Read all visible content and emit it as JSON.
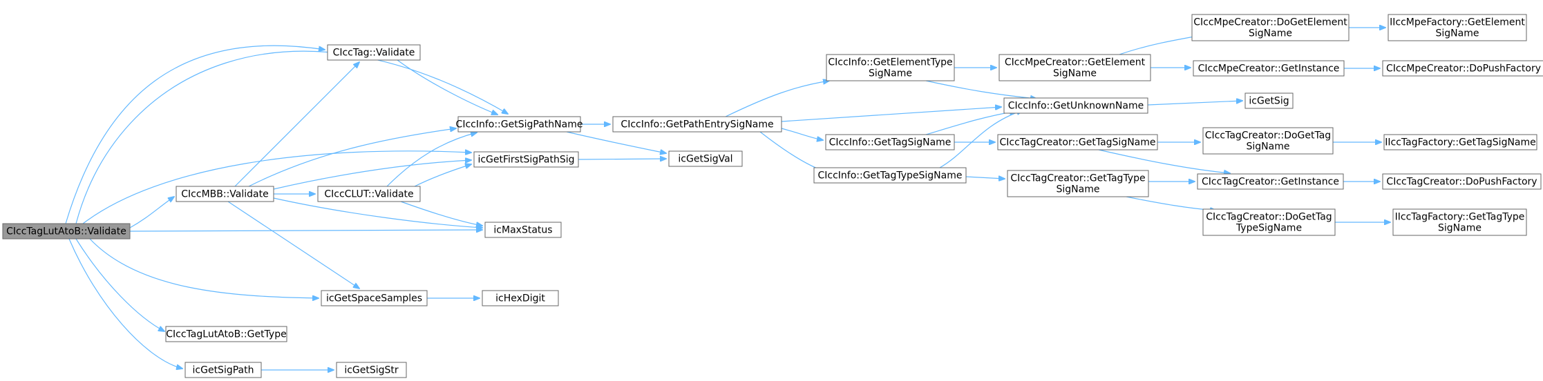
{
  "diagram": {
    "type": "call-graph",
    "colors": {
      "edge": "#63b8ff",
      "node_border": "#666666",
      "root_fill": "#999999",
      "node_fill": "#ffffff"
    },
    "nodes": [
      {
        "id": "root",
        "lines": [
          "CIccTagLutAtoB::Validate"
        ],
        "root": true
      },
      {
        "id": "tag_validate",
        "lines": [
          "CIccTag::Validate"
        ]
      },
      {
        "id": "getsigpathname",
        "lines": [
          "CIccInfo::GetSigPathName"
        ]
      },
      {
        "id": "getfirstsigpathsig",
        "lines": [
          "icGetFirstSigPathSig"
        ]
      },
      {
        "id": "mbb_validate",
        "lines": [
          "CIccMBB::Validate"
        ]
      },
      {
        "id": "clut_validate",
        "lines": [
          "CIccCLUT::Validate"
        ]
      },
      {
        "id": "maxstatus",
        "lines": [
          "icMaxStatus"
        ]
      },
      {
        "id": "getspacesamples",
        "lines": [
          "icGetSpaceSamples"
        ]
      },
      {
        "id": "hexdigit",
        "lines": [
          "icHexDigit"
        ]
      },
      {
        "id": "gettype",
        "lines": [
          "CIccTagLutAtoB::GetType"
        ]
      },
      {
        "id": "getsigpath",
        "lines": [
          "icGetSigPath"
        ]
      },
      {
        "id": "getsigstr",
        "lines": [
          "icGetSigStr"
        ]
      },
      {
        "id": "getpathentrysigname",
        "lines": [
          "CIccInfo::GetPathEntrySigName"
        ]
      },
      {
        "id": "getsigval",
        "lines": [
          "icGetSigVal"
        ]
      },
      {
        "id": "getelementtypesigname",
        "lines": [
          "CIccInfo::GetElementType",
          "SigName"
        ]
      },
      {
        "id": "gettagsigname",
        "lines": [
          "CIccInfo::GetTagSigName"
        ]
      },
      {
        "id": "gettagtypesigname",
        "lines": [
          "CIccInfo::GetTagTypeSigName"
        ]
      },
      {
        "id": "mpe_getelementsigname",
        "lines": [
          "CIccMpeCreator::GetElement",
          "SigName"
        ]
      },
      {
        "id": "getunknownname",
        "lines": [
          "CIccInfo::GetUnknownName"
        ]
      },
      {
        "id": "tc_gettagsigname",
        "lines": [
          "CIccTagCreator::GetTagSigName"
        ]
      },
      {
        "id": "tc_gettagtypesigname",
        "lines": [
          "CIccTagCreator::GetTagType",
          "SigName"
        ]
      },
      {
        "id": "mpe_dogetelementsigname",
        "lines": [
          "CIccMpeCreator::DoGetElement",
          "SigName"
        ]
      },
      {
        "id": "mpe_getinstance",
        "lines": [
          "CIccMpeCreator::GetInstance"
        ]
      },
      {
        "id": "icgetsig",
        "lines": [
          "icGetSig"
        ]
      },
      {
        "id": "tc_dogettagsigname",
        "lines": [
          "CIccTagCreator::DoGetTag",
          "SigName"
        ]
      },
      {
        "id": "tc_getinstance",
        "lines": [
          "CIccTagCreator::GetInstance"
        ]
      },
      {
        "id": "tc_dogettagtypesigname",
        "lines": [
          "CIccTagCreator::DoGetTag",
          "TypeSigName"
        ]
      },
      {
        "id": "mpefactory_getelementsigname",
        "lines": [
          "IIccMpeFactory::GetElement",
          "SigName"
        ]
      },
      {
        "id": "mpe_dopushfactory",
        "lines": [
          "CIccMpeCreator::DoPushFactory"
        ]
      },
      {
        "id": "tagfactory_gettagsigname",
        "lines": [
          "IIccTagFactory::GetTagSigName"
        ]
      },
      {
        "id": "tc_dopushfactory",
        "lines": [
          "CIccTagCreator::DoPushFactory"
        ]
      },
      {
        "id": "tagfactory_gettagtypesigname",
        "lines": [
          "IIccTagFactory::GetTagType",
          "SigName"
        ]
      }
    ],
    "edges": [
      {
        "from": "root",
        "to": "tag_validate"
      },
      {
        "from": "root",
        "to": "getsigpathname"
      },
      {
        "from": "root",
        "to": "getfirstsigpathsig"
      },
      {
        "from": "root",
        "to": "mbb_validate"
      },
      {
        "from": "root",
        "to": "maxstatus"
      },
      {
        "from": "root",
        "to": "getspacesamples"
      },
      {
        "from": "root",
        "to": "gettype"
      },
      {
        "from": "root",
        "to": "getsigpath"
      },
      {
        "from": "mbb_validate",
        "to": "tag_validate"
      },
      {
        "from": "mbb_validate",
        "to": "getsigpathname"
      },
      {
        "from": "mbb_validate",
        "to": "getfirstsigpathsig"
      },
      {
        "from": "mbb_validate",
        "to": "clut_validate"
      },
      {
        "from": "mbb_validate",
        "to": "maxstatus"
      },
      {
        "from": "mbb_validate",
        "to": "getspacesamples"
      },
      {
        "from": "clut_validate",
        "to": "getsigpathname"
      },
      {
        "from": "clut_validate",
        "to": "getfirstsigpathsig"
      },
      {
        "from": "clut_validate",
        "to": "maxstatus"
      },
      {
        "from": "tag_validate",
        "to": "getsigpathname"
      },
      {
        "from": "getsigpathname",
        "to": "getpathentrysigname"
      },
      {
        "from": "getsigpathname",
        "to": "getsigval"
      },
      {
        "from": "getfirstsigpathsig",
        "to": "getsigval"
      },
      {
        "from": "getspacesamples",
        "to": "hexdigit"
      },
      {
        "from": "getsigpath",
        "to": "getsigstr"
      },
      {
        "from": "getpathentrysigname",
        "to": "getelementtypesigname"
      },
      {
        "from": "getpathentrysigname",
        "to": "getunknownname"
      },
      {
        "from": "getpathentrysigname",
        "to": "gettagsigname"
      },
      {
        "from": "getpathentrysigname",
        "to": "gettagtypesigname"
      },
      {
        "from": "getelementtypesigname",
        "to": "mpe_getelementsigname"
      },
      {
        "from": "getelementtypesigname",
        "to": "getunknownname"
      },
      {
        "from": "gettagsigname",
        "to": "getunknownname"
      },
      {
        "from": "gettagsigname",
        "to": "tc_gettagsigname"
      },
      {
        "from": "gettagtypesigname",
        "to": "getunknownname"
      },
      {
        "from": "gettagtypesigname",
        "to": "tc_gettagtypesigname"
      },
      {
        "from": "mpe_getelementsigname",
        "to": "mpe_dogetelementsigname"
      },
      {
        "from": "mpe_getelementsigname",
        "to": "mpe_getinstance"
      },
      {
        "from": "getunknownname",
        "to": "icgetsig"
      },
      {
        "from": "tc_gettagsigname",
        "to": "tc_dogettagsigname"
      },
      {
        "from": "tc_gettagsigname",
        "to": "tc_getinstance"
      },
      {
        "from": "tc_gettagtypesigname",
        "to": "tc_getinstance"
      },
      {
        "from": "tc_gettagtypesigname",
        "to": "tc_dogettagtypesigname"
      },
      {
        "from": "mpe_dogetelementsigname",
        "to": "mpefactory_getelementsigname"
      },
      {
        "from": "mpe_getinstance",
        "to": "mpe_dopushfactory"
      },
      {
        "from": "tc_dogettagsigname",
        "to": "tagfactory_gettagsigname"
      },
      {
        "from": "tc_getinstance",
        "to": "tc_dopushfactory"
      },
      {
        "from": "tc_dogettagtypesigname",
        "to": "tagfactory_gettagtypesigname"
      }
    ]
  }
}
